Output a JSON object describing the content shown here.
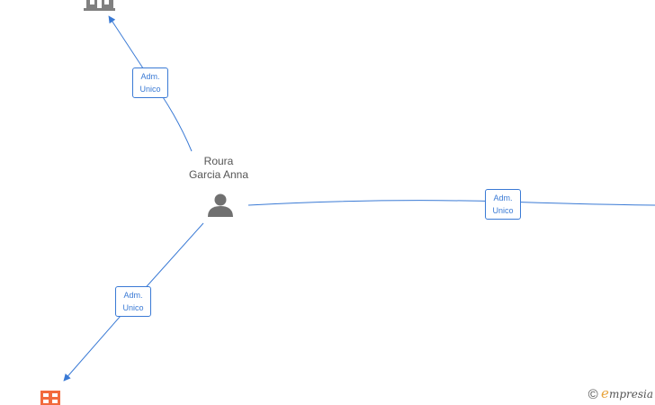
{
  "person": {
    "name_line1": "Roura",
    "name_line2": "Garcia Anna"
  },
  "relations": [
    {
      "line1": "Adm.",
      "line2": "Unico"
    },
    {
      "line1": "Adm.",
      "line2": "Unico"
    },
    {
      "line1": "Adm.",
      "line2": "Unico"
    }
  ],
  "nodes": {
    "company_top": {
      "icon": "building-icon",
      "color": "#808080"
    },
    "company_bottom": {
      "icon": "building-icon",
      "color": "#f26a3d"
    },
    "person": {
      "icon": "person-icon",
      "color": "#707070"
    }
  },
  "colors": {
    "edge": "#3a7ad5",
    "label_text": "#3a7ad5"
  },
  "watermark": {
    "copyright": "©",
    "brand_initial": "e",
    "brand_rest": "mpresia"
  }
}
